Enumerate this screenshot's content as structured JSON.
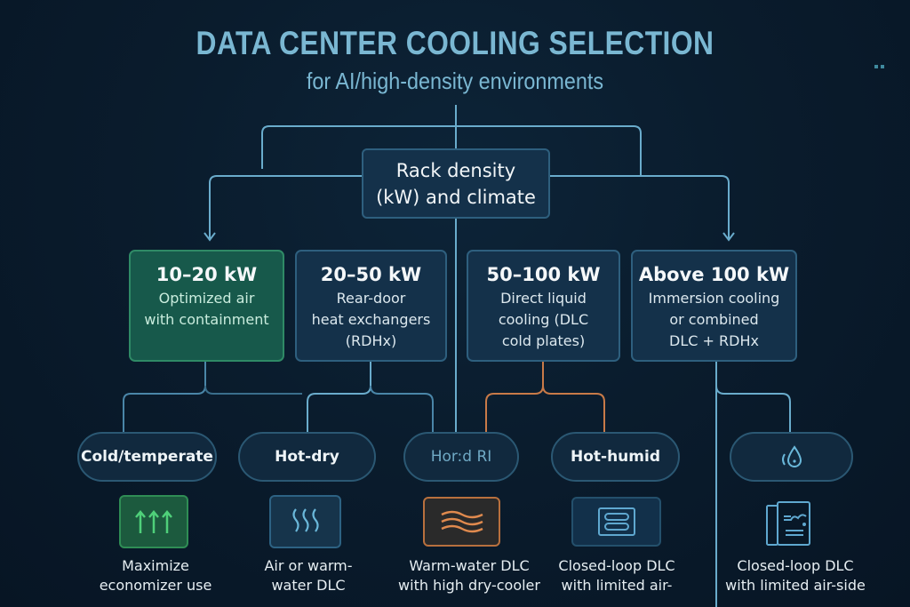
{
  "header": {
    "title": "DATA CENTER COOLING SELECTION",
    "subtitle": "for AI/high-density environments"
  },
  "root": {
    "line1": "Rack density",
    "line2": "(kW) and climate"
  },
  "tiers": [
    {
      "range": "10–20 kW",
      "desc": [
        "Optimized air",
        "with containment"
      ],
      "style": "green"
    },
    {
      "range": "20–50 kW",
      "desc": [
        "Rear-door",
        "heat exchangers",
        "(RDHx)"
      ],
      "style": "blue"
    },
    {
      "range": "50–100 kW",
      "desc": [
        "Direct liquid",
        "cooling (DLC",
        "cold plates)"
      ],
      "style": "blue"
    },
    {
      "range": "Above 100 kW",
      "desc": [
        "Immersion cooling",
        "or combined",
        "DLC + RDHx"
      ],
      "style": "blue"
    }
  ],
  "climates": [
    {
      "label": "Cold/temperate"
    },
    {
      "label": "Hot-dry"
    },
    {
      "label": "Hor:d RI"
    },
    {
      "label": "Hot-humid"
    },
    {
      "label": "",
      "icon": "water-drop-icon"
    }
  ],
  "outcomes": [
    {
      "icon": "up-arrows-icon",
      "caption": [
        "Maximize",
        "economizer use"
      ],
      "color": "#3fbf6a"
    },
    {
      "icon": "heat-waves-icon",
      "caption": [
        "Air or warm-",
        "water DLC"
      ],
      "color": "#5fb0d8"
    },
    {
      "icon": "warm-water-waves-icon",
      "caption": [
        "Warm-water DLC",
        "with high dry-cooler"
      ],
      "color": "#e08a4e"
    },
    {
      "icon": "closed-loop-coil-icon",
      "caption": [
        "Closed-loop DLC",
        "with limited air-"
      ],
      "color": "#5fa8d0"
    },
    {
      "icon": "immersion-tank-icon",
      "caption": [
        "Closed-loop DLC",
        "with limited air-side"
      ],
      "color": "#5fa8d0"
    }
  ],
  "colors": {
    "line_blue": "#6aaccc",
    "line_orange": "#c87a48",
    "green_accent": "#2f8a66"
  }
}
